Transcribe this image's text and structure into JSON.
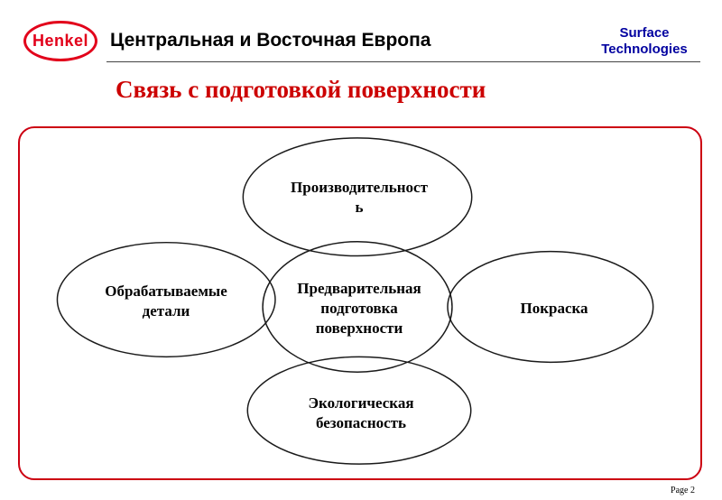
{
  "header": {
    "logo_text": "Henkel",
    "title": "Центральная и Восточная Европа",
    "brand_line1": "Surface",
    "brand_line2": "Technologies"
  },
  "slide": {
    "title": "Связь с подготовкой поверхности"
  },
  "diagram": {
    "center": "Предварительная подготовка поверхности",
    "top": "Производительность",
    "left": "Обрабатываемые детали",
    "right": "Покраска",
    "bottom": "Экологическая безопасность"
  },
  "footer": {
    "page_label": "Page 2"
  },
  "colors": {
    "logo_red": "#e2001a",
    "title_red": "#cc0000",
    "frame_red": "#cc0011",
    "brand_blue": "#0000a0",
    "ellipse_stroke": "#1a1a1a"
  }
}
